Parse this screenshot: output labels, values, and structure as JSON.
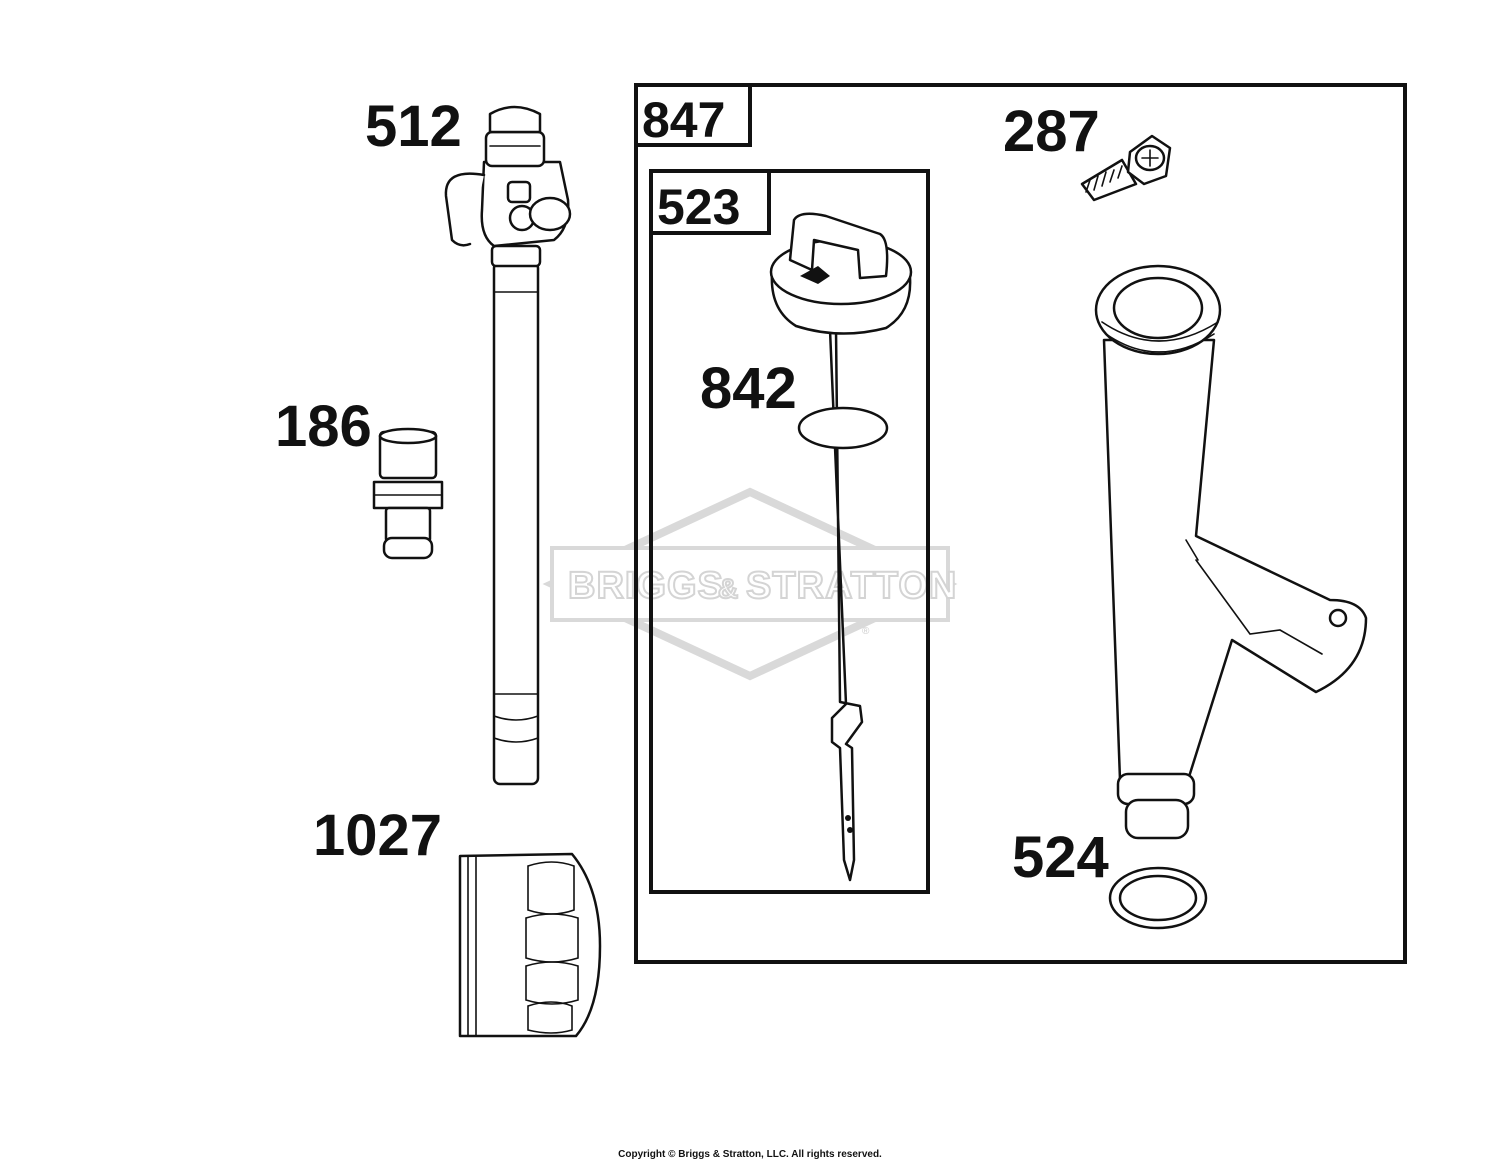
{
  "callouts": {
    "c512": "512",
    "c186": "186",
    "c1027": "1027",
    "c847": "847",
    "c523": "523",
    "c842": "842",
    "c287": "287",
    "c524": "524"
  },
  "watermark": {
    "left": "BRIGGS",
    "amp": "&",
    "right": "STRATTON",
    "reg": "®"
  },
  "copyright": "Copyright © Briggs & Stratton, LLC. All rights reserved.",
  "colors": {
    "line": "#111111",
    "watermark": "#d4d4d4",
    "background": "#ffffff"
  }
}
